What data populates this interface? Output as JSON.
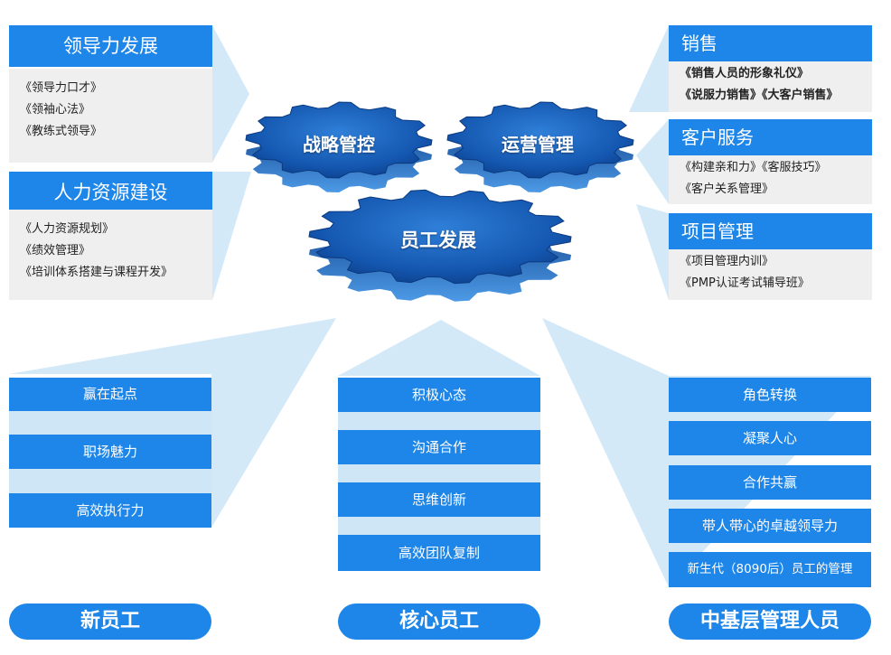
{
  "colors": {
    "primary": "#1d86e8",
    "light": "#cfe6f7",
    "panel": "#efefef",
    "gear": "#1457b0"
  },
  "left_top": {
    "title": "领导力发展",
    "items": [
      "《领导力口才》",
      "《领袖心法》",
      "《教练式领导》"
    ]
  },
  "left_mid": {
    "title": "人力资源建设",
    "items": [
      "《人力资源规划》",
      "《绩效管理》",
      "《培训体系搭建与课程开发》"
    ]
  },
  "right_1": {
    "title": "销售",
    "items": [
      "《销售人员的形象礼仪》",
      "《说服力销售》《大客户销售》"
    ]
  },
  "right_2": {
    "title": "客户服务",
    "items": [
      "《构建亲和力》《客服技巧》",
      "《客户关系管理》"
    ]
  },
  "right_3": {
    "title": "项目管理",
    "items": [
      "《项目管理内训》",
      "《PMP认证考试辅导班》"
    ]
  },
  "gears": {
    "g1": "战略管控",
    "g2": "运营管理",
    "g3": "员工发展"
  },
  "col_new": {
    "label": "新员工",
    "items": [
      "赢在起点",
      "职场魅力",
      "高效执行力"
    ]
  },
  "col_core": {
    "label": "核心员工",
    "items": [
      "积极心态",
      "沟通合作",
      "思维创新",
      "高效团队复制"
    ]
  },
  "col_mgr": {
    "label": "中基层管理人员",
    "items": [
      "角色转换",
      "凝聚人心",
      "合作共赢",
      "带人带心的卓越领导力",
      "新生代（8090后）员工的管理"
    ]
  }
}
